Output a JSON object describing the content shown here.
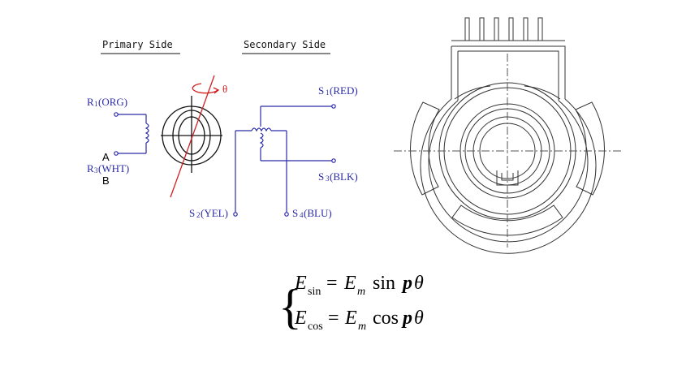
{
  "schematic": {
    "primary_title": "Primary Side",
    "secondary_title": "Secondary Side",
    "theta": "θ",
    "r1": {
      "main": "R",
      "sub": "1",
      "color": "(ORG)"
    },
    "r3": {
      "main": "R",
      "sub": "3",
      "color": "(WHT)"
    },
    "s1": {
      "main": "S",
      "sub": "1",
      "color": "(RED)"
    },
    "s3": {
      "main": "S",
      "sub": "3",
      "color": "(BLK)"
    },
    "s2": {
      "main": "S",
      "sub": "2",
      "color": "(YEL)"
    },
    "s4": {
      "main": "S",
      "sub": "4",
      "color": "(BLU)"
    },
    "marker_a": "A",
    "marker_b": "B",
    "colors": {
      "wiring": "#2a2aa8",
      "rotation": "#d02020",
      "drawing": "#111111"
    }
  },
  "equation": {
    "brace": "{",
    "line1": {
      "E": "E",
      "sub": "sin",
      "eq": "=",
      "Em": "E",
      "m": "m",
      "fn": "sin",
      "p": "p",
      "theta": "θ"
    },
    "line2": {
      "E": "E",
      "sub": "cos",
      "eq": "=",
      "Em": "E",
      "m": "m",
      "fn": "cos",
      "p": "p",
      "theta": "θ"
    }
  }
}
